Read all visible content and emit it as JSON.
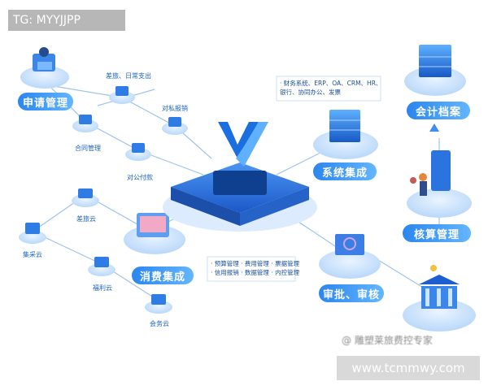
{
  "watermark_top": "TG: MYYJJPP",
  "watermark_bottom": "www.tcmmwy.com",
  "credit": "@ 雕塑莱旅费控专家",
  "nodes": {
    "apply": "申请管理",
    "consume": "消费集成",
    "system": "系统集成",
    "archive": "会计档案",
    "accounting": "核算管理",
    "approval": "审批、审核"
  },
  "sub_nodes": {
    "travel": "差旅、日常支出",
    "private_pay": "对私报销",
    "contract": "合同管理",
    "public_pay": "对公付款",
    "car_cloud": "差旅云",
    "purchase_cloud": "集采云",
    "welfare_cloud": "福利云",
    "business_cloud": "会务云"
  },
  "system_list": [
    "· 财务系统、ERP、OA、CRM、HR、",
    "银行、协同办公、发票"
  ],
  "center_features": [
    "· 预算管理 · 费用管理 · 票据管理",
    "· 信用报销 · 数据管理 · 内控管理"
  ],
  "colors": {
    "accent": "#1e7be6",
    "platform": "#2b6fe0",
    "label_bg": "#2a86ef",
    "line": "#8fb8e8"
  }
}
